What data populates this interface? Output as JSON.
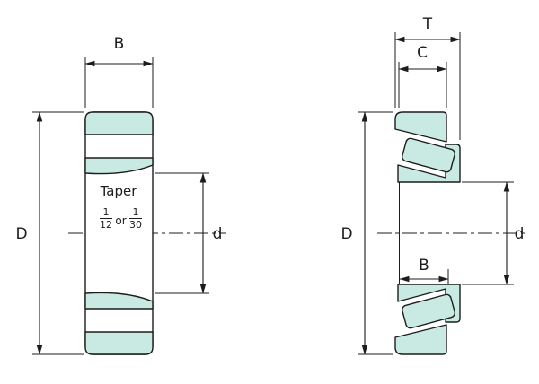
{
  "colors": {
    "fill": "#c9eae2",
    "line": "#1c1c1c",
    "background": "#ffffff"
  },
  "figure_left": {
    "dim_width_label": "B",
    "dim_outer_diameter_label": "D",
    "dim_bore_diameter_label": "d",
    "taper_title": "Taper",
    "taper_fraction_1": {
      "numerator": "1",
      "denominator": "12"
    },
    "taper_conjunction": "or",
    "taper_fraction_2": {
      "numerator": "1",
      "denominator": "30"
    }
  },
  "figure_right": {
    "dim_total_width_label": "T",
    "dim_cup_width_label": "C",
    "dim_outer_diameter_label": "D",
    "dim_cone_width_label": "B",
    "dim_bore_diameter_label": "d"
  }
}
